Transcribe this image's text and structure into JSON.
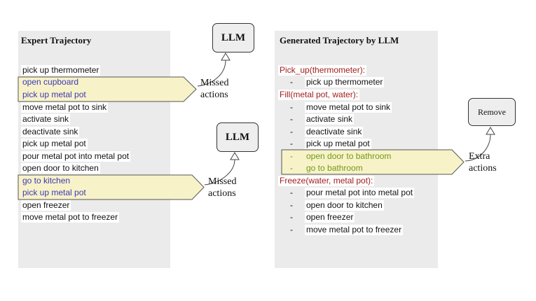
{
  "left_panel": {
    "title": "Expert Trajectory",
    "steps": [
      {
        "text": "pick up thermometer",
        "status": "normal"
      },
      {
        "text": "open cupboard",
        "status": "missed"
      },
      {
        "text": "pick up metal pot",
        "status": "missed"
      },
      {
        "text": "move metal pot to sink",
        "status": "normal"
      },
      {
        "text": "activate sink",
        "status": "normal"
      },
      {
        "text": "deactivate sink",
        "status": "normal"
      },
      {
        "text": "pick up metal pot",
        "status": "normal"
      },
      {
        "text": "pour metal pot into metal pot",
        "status": "normal"
      },
      {
        "text": "open door to kitchen",
        "status": "normal"
      },
      {
        "text": "go to kitchen",
        "status": "missed"
      },
      {
        "text": "pick up metal pot",
        "status": "missed"
      },
      {
        "text": "open freezer",
        "status": "normal"
      },
      {
        "text": "move metal pot to freezer",
        "status": "normal"
      }
    ]
  },
  "llm_boxes": [
    "LLM",
    "LLM"
  ],
  "missed_labels": [
    "Missed actions",
    "Missed actions"
  ],
  "right_panel": {
    "title": "Generated Trajectory by LLM",
    "groups": [
      {
        "func": "Pick_up(thermometer):",
        "steps": [
          {
            "text": "pick up thermometer",
            "status": "normal"
          }
        ]
      },
      {
        "func": "Fill(metal pot, water):",
        "steps": [
          {
            "text": "move metal pot to sink",
            "status": "normal"
          },
          {
            "text": "activate sink",
            "status": "normal"
          },
          {
            "text": "deactivate sink",
            "status": "normal"
          },
          {
            "text": "pick up metal pot",
            "status": "normal"
          },
          {
            "text": "open door to bathroom",
            "status": "extra"
          },
          {
            "text": "go to bathroom",
            "status": "extra"
          }
        ]
      },
      {
        "func": "Freeze(water, metal pot):",
        "steps": [
          {
            "text": "pour metal pot into metal pot",
            "status": "normal"
          },
          {
            "text": "open door to kitchen",
            "status": "normal"
          },
          {
            "text": "open freezer",
            "status": "normal"
          },
          {
            "text": "move metal pot to freezer",
            "status": "normal"
          }
        ]
      }
    ]
  },
  "remove_label": "Remove",
  "extra_label": "Extra actions",
  "colors": {
    "missed_text": "#3a3ab8",
    "extra_text": "#6f9a18",
    "function_text": "#a11d1d",
    "highlight_fill": "#f8f2c8",
    "panel": "#ebebeb"
  }
}
